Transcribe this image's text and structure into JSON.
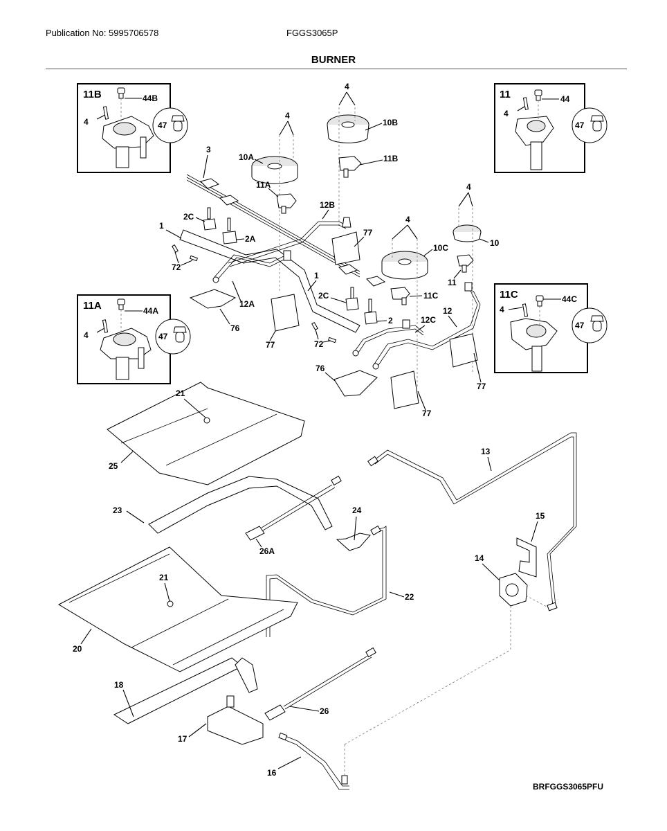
{
  "header": {
    "publication": "Publication No: 5995706578",
    "model": "FGGS3065P",
    "title": "BURNER"
  },
  "insets": [
    {
      "id": "11B",
      "title": "11B",
      "screw": "4",
      "cap": "44B",
      "orifice": "47"
    },
    {
      "id": "11",
      "title": "11",
      "screw": "4",
      "cap": "44",
      "orifice": "47"
    },
    {
      "id": "11A",
      "title": "11A",
      "screw": "4",
      "cap": "44A",
      "orifice": "47"
    },
    {
      "id": "11C",
      "title": "11C",
      "screw": "4",
      "cap": "44C",
      "orifice": "47"
    }
  ],
  "callouts": {
    "c1a": "1",
    "c1b": "1",
    "c2": "2",
    "c2a": "2A",
    "c2c_left": "2C",
    "c2c_right": "2C",
    "c3": "3",
    "c4_10a": "4",
    "c4_10b": "4",
    "c4_10c": "4",
    "c4_10": "4",
    "c10": "10",
    "c10a": "10A",
    "c10b": "10B",
    "c10c": "10C",
    "c11": "11",
    "c11a": "11A",
    "c11b": "11B",
    "c11c": "11C",
    "c12": "12",
    "c12a": "12A",
    "c12b": "12B",
    "c12c": "12C",
    "c13": "13",
    "c14": "14",
    "c15": "15",
    "c16": "16",
    "c17": "17",
    "c18": "18",
    "c20": "20",
    "c21_top": "21",
    "c21_bottom": "21",
    "c22": "22",
    "c23": "23",
    "c24": "24",
    "c25": "25",
    "c26": "26",
    "c26a": "26A",
    "c72_left": "72",
    "c72_right": "72",
    "c76_left": "76",
    "c76_right": "76",
    "c77_a": "77",
    "c77_b": "77",
    "c77_c": "77",
    "c77_d": "77",
    "c77_e": "77"
  },
  "footer": {
    "diagram_code": "BRFGGS3065PFU"
  }
}
